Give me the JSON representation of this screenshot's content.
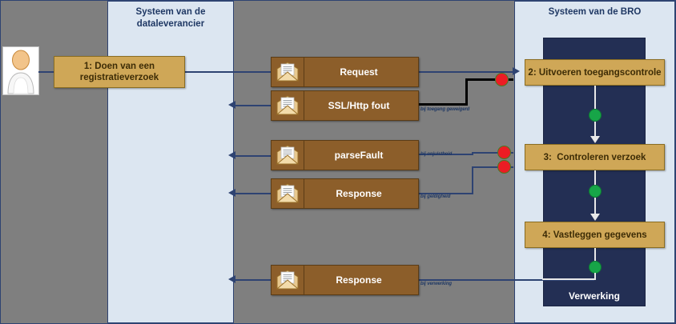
{
  "lanes": {
    "supplier": {
      "title": "Systeem van de\ndataleverancier"
    },
    "bro": {
      "title": "Systeem van de BRO",
      "inner_label": "Verwerking"
    }
  },
  "actor": {
    "name": "dataleverancier-actor"
  },
  "processes": [
    {
      "id": "proc-1",
      "label": "1: Doen van een\nregistratieverzoek"
    },
    {
      "id": "proc-2",
      "label": "2: Uitvoeren toegangscontrole"
    },
    {
      "id": "proc-3",
      "label": "3:  Controleren verzoek"
    },
    {
      "id": "proc-4",
      "label": "4: Vastleggen gegevens"
    }
  ],
  "messages": [
    {
      "id": "msg-request",
      "label": "Request",
      "icon": "envelope-icon"
    },
    {
      "id": "msg-ssl",
      "label": "SSL/Http fout",
      "icon": "envelope-icon"
    },
    {
      "id": "msg-fault",
      "label": "parseFault",
      "icon": "envelope-icon"
    },
    {
      "id": "msg-resp1",
      "label": "Response",
      "icon": "envelope-icon"
    },
    {
      "id": "msg-resp2",
      "label": "Response",
      "icon": "envelope-icon"
    }
  ],
  "annotations": [
    {
      "id": "annot-toegang",
      "text": "bij toegang geweigerd"
    },
    {
      "id": "annot-onjuist",
      "text": "bij onjuistheid"
    },
    {
      "id": "annot-geldig",
      "text": "bij geldigheid"
    },
    {
      "id": "annot-verwerking",
      "text": "bij verwerking"
    }
  ],
  "colors": {
    "lane_fill": "#dce6f1",
    "lane_border": "#2e4372",
    "canvas_bg": "#7f7f7f",
    "process_fill": "#cfa757",
    "message_fill": "#8c5e2a",
    "column_fill": "#232f54",
    "dot_red": "#ec1c24",
    "dot_green": "#17a548",
    "connector": "#2e4372"
  }
}
